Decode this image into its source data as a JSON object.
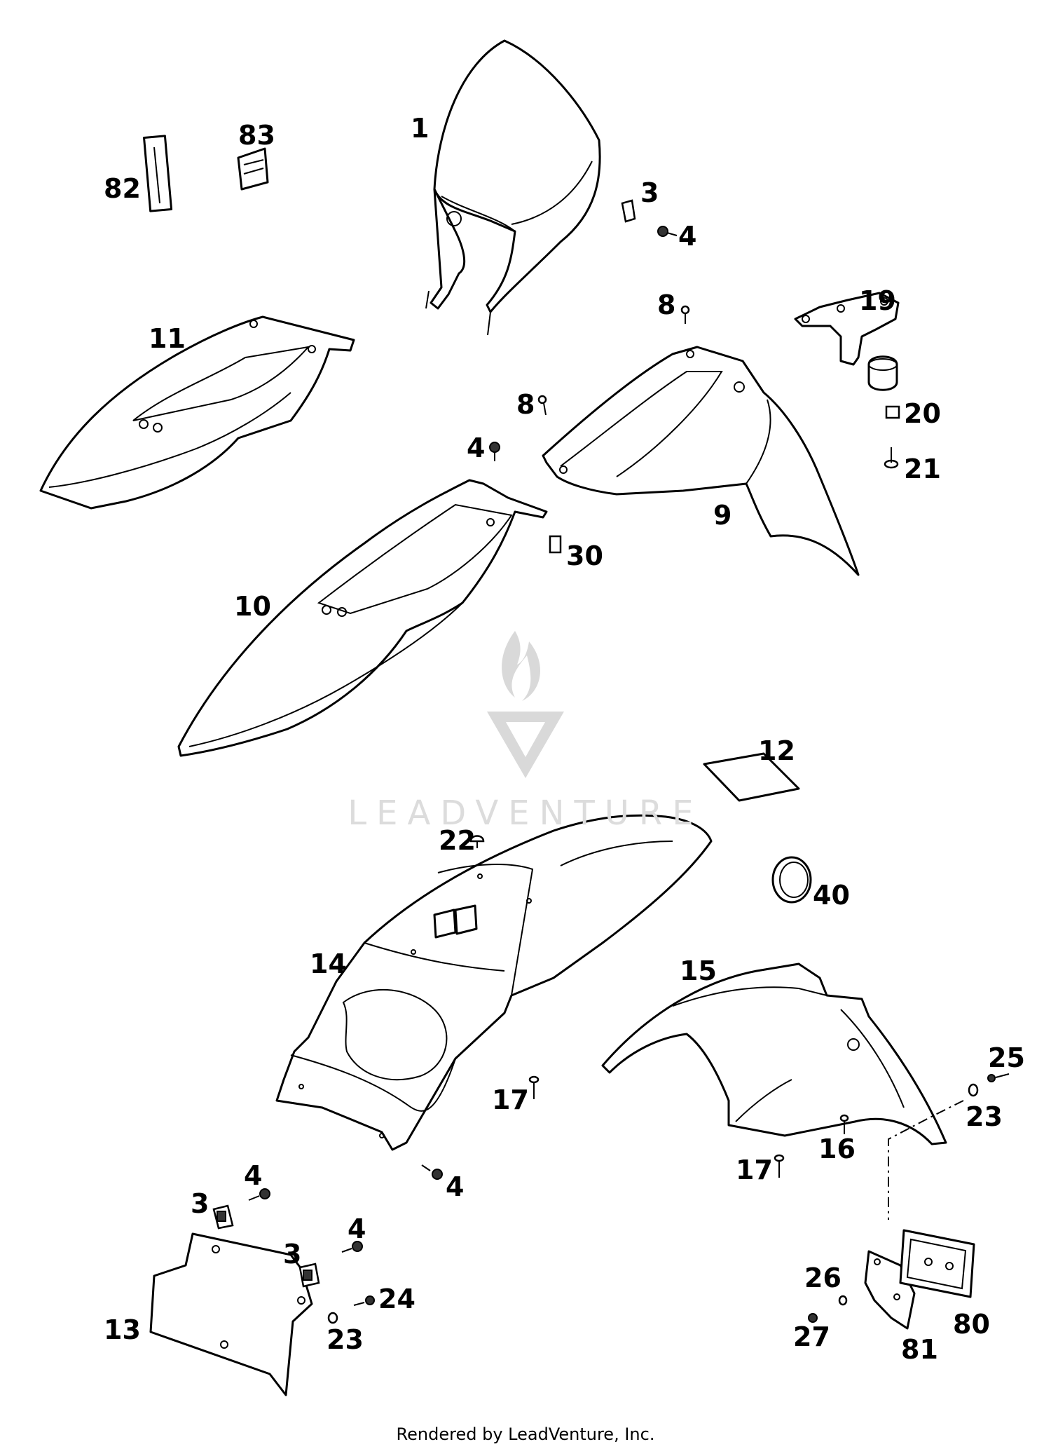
{
  "watermark": {
    "text": "LEADVENTURE"
  },
  "footer": {
    "text": "Rendered by LeadVenture, Inc."
  },
  "callouts": {
    "c1": "1",
    "c3a": "3",
    "c4a": "4",
    "c8a": "8",
    "c19": "19",
    "c82": "82",
    "c83": "83",
    "c11": "11",
    "c8b": "8",
    "c4b": "4",
    "c20": "20",
    "c21": "21",
    "c9": "9",
    "c30": "30",
    "c10": "10",
    "c12": "12",
    "c22": "22",
    "c40": "40",
    "c14": "14",
    "c15": "15",
    "c25": "25",
    "c17a": "17",
    "c23a": "23",
    "c16": "16",
    "c17b": "17",
    "c4c": "4",
    "c4d": "4",
    "c3b": "3",
    "c4e": "4",
    "c3c": "3",
    "c24": "24",
    "c13": "13",
    "c23b": "23",
    "c26": "26",
    "c27": "27",
    "c81": "81",
    "c80": "80"
  }
}
